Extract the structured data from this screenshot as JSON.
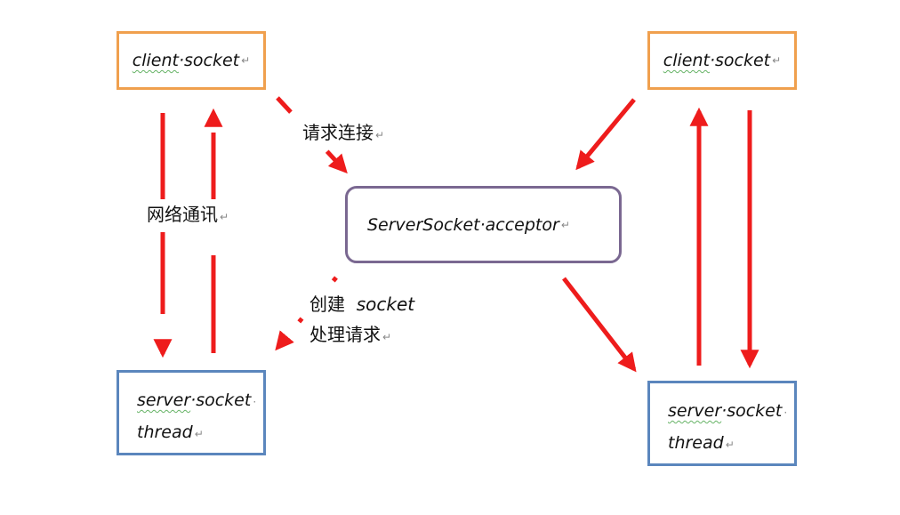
{
  "left": {
    "client": {
      "word1": "client",
      "word2": "socket"
    },
    "server": {
      "line1_word1": "server",
      "line1_word2": "socket",
      "line2": "thread"
    }
  },
  "right": {
    "client": {
      "word1": "client",
      "word2": "socket"
    },
    "server": {
      "line1_word1": "server",
      "line1_word2": "socket",
      "line2": "thread"
    }
  },
  "acceptor": {
    "word1": "ServerSocket",
    "word2": "acceptor"
  },
  "labels": {
    "request_connect": "请求连接",
    "network_comm": "网络通讯",
    "create": "创建",
    "socket": "socket",
    "handle_request": "处理请求"
  },
  "marks": {
    "paragraph": "↵",
    "space_dot": "·"
  },
  "colors": {
    "arrow": "#ee1c1c",
    "client_border": "#f0a04e",
    "server_border": "#5b86bd",
    "acceptor_border": "#7a6891"
  }
}
